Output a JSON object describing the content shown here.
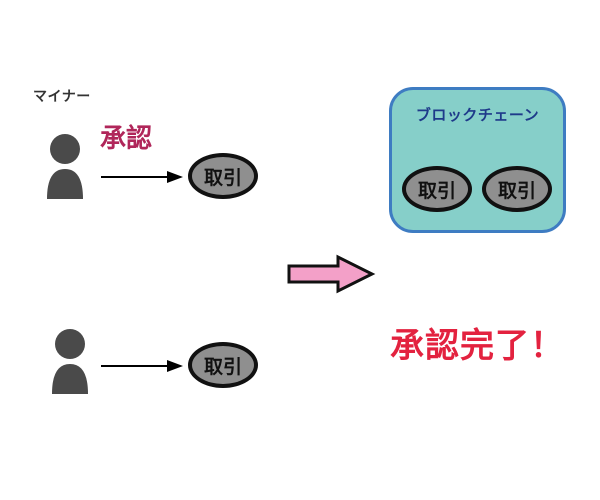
{
  "labels": {
    "miner": "マイナー",
    "approve": "承認",
    "complete": "承認完了！"
  },
  "transaction_label": "取引",
  "blockchain": {
    "title": "ブロックチェーン",
    "transactions": [
      "取引",
      "取引"
    ]
  },
  "miners": [
    {
      "transaction": "取引"
    },
    {
      "transaction": "取引"
    }
  ],
  "colors": {
    "approve_text": "#b0265a",
    "complete_text": "#e3223f",
    "person": "#4a4a4a",
    "transaction_fill": "#8f8f8f",
    "chain_fill": "#86cfc9",
    "chain_border": "#3e7cc2",
    "chain_title": "#1e3a8a",
    "big_arrow_fill": "#f3a0c8"
  },
  "icons": {
    "person": "person-icon",
    "arrow": "arrow-right-icon",
    "big_arrow": "big-arrow-right-icon"
  }
}
